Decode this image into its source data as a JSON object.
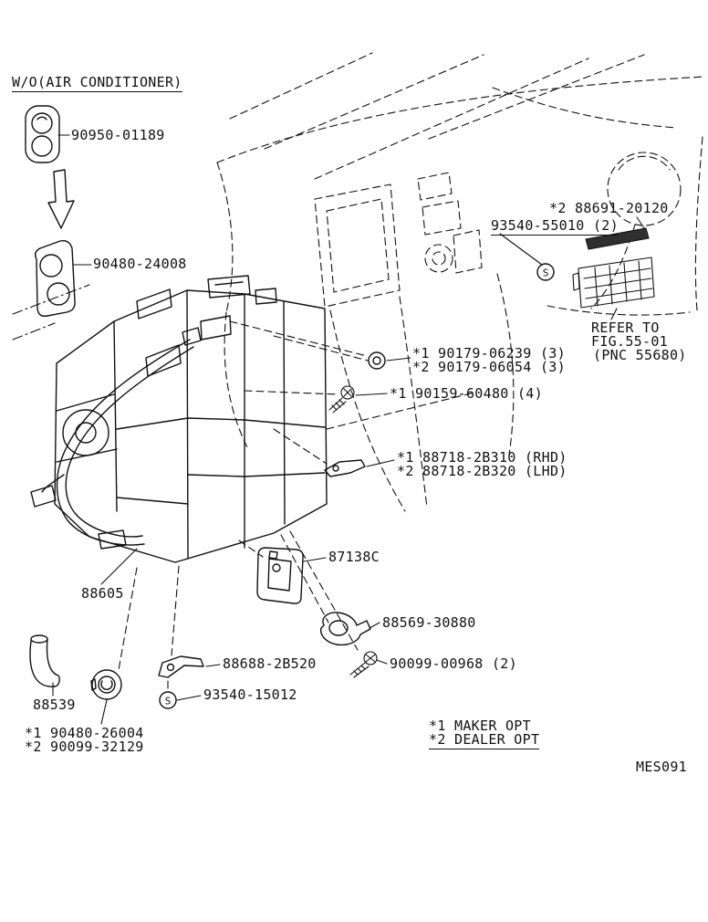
{
  "colors": {
    "ink": "#111111",
    "paper": "#ffffff"
  },
  "glyphs": {
    "screw": "S"
  },
  "header": {
    "condition": "W/O(AIR CONDITIONER)"
  },
  "labels": {
    "grommet_top": "90950-01189",
    "grommet_mid": "90480-24008",
    "amp_strip": "*2 88691-20120",
    "wiring": "93540-55010 (2)",
    "refer_line1": "REFER TO",
    "refer_line2": "FIG.55-01",
    "refer_line3": "(PNC 55680)",
    "flange_nut_1": "*1 90179-06239 (3)",
    "flange_nut_2": "*2 90179-06054 (3)",
    "screw_washer": "*1 90159-60480 (4)",
    "clamp_rhd": "*1 88718-2B310 (RHD)",
    "clamp_lhd": "*2 88718-2B320 (LHD)",
    "bracket": "87138C",
    "heater_assy": "88605",
    "pipe_clamp": "88569-30880",
    "hose_clamp": "88688-2B520",
    "screw_tapping": "90099-00968 (2)",
    "wire_clip": "93540-15012",
    "hose": "88539",
    "plug_1": "*1 90480-26004",
    "plug_2": "*2 90099-32129",
    "note_maker": "*1 MAKER OPT",
    "note_dealer": "*2 DEALER OPT",
    "figure_code": "MES091"
  }
}
